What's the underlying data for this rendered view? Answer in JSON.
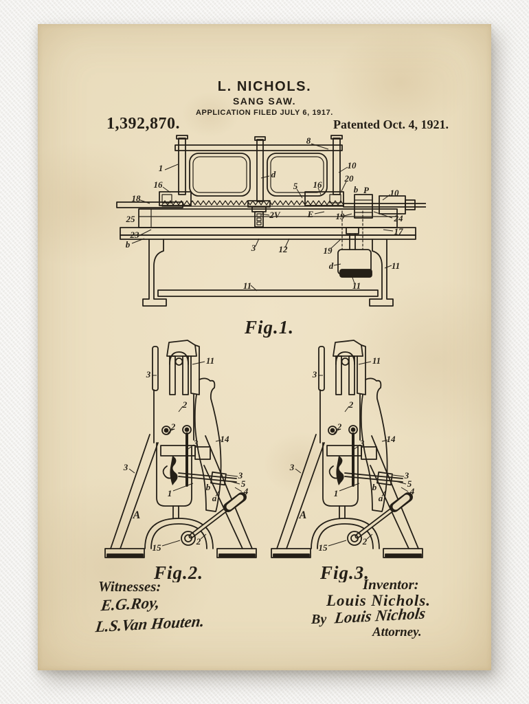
{
  "header": {
    "inventor_line": "L. NICHOLS.",
    "title_line": "SANG SAW.",
    "application_line": "APPLICATION FILED JULY 6, 1917.",
    "patent_number": "1,392,870.",
    "patented_date": "Patented Oct. 4, 1921."
  },
  "figures": {
    "fig1": {
      "caption": "Fig.1.",
      "labels": [
        "8",
        "1",
        "16",
        "d",
        "10",
        "5",
        "16",
        "20",
        "b",
        "P",
        "10",
        "18",
        "25",
        "23",
        "b",
        "2V",
        "E",
        "19",
        "24",
        "17",
        "3",
        "12",
        "19",
        "d",
        "11",
        "11",
        "11"
      ]
    },
    "fig2": {
      "caption": "Fig.2.",
      "labels": [
        "3",
        "11",
        "2",
        "2",
        "3",
        "14",
        "3",
        "3",
        "5",
        "4",
        "b",
        "a",
        "1",
        "A",
        "15",
        "2"
      ]
    },
    "fig3": {
      "caption": "Fig.3.",
      "labels": [
        "3",
        "11",
        "2",
        "2",
        "3",
        "14",
        "3",
        "3",
        "5",
        "4",
        "b",
        "a",
        "1",
        "A",
        "15",
        "2"
      ]
    }
  },
  "signatures": {
    "witnesses_heading": "Witnesses:",
    "witness_1": "E.G.Roy,",
    "witness_2": "L.S.Van Houten.",
    "inventor_heading": "Inventor:",
    "inventor_name": "Louis Nichols.",
    "by_label": "By",
    "attorney_signature": "Louis Nichols",
    "attorney_title": "Attorney."
  },
  "colors": {
    "ink": "#241f17",
    "paper": "#e9dcbc",
    "wall": "#f3f2ef"
  }
}
